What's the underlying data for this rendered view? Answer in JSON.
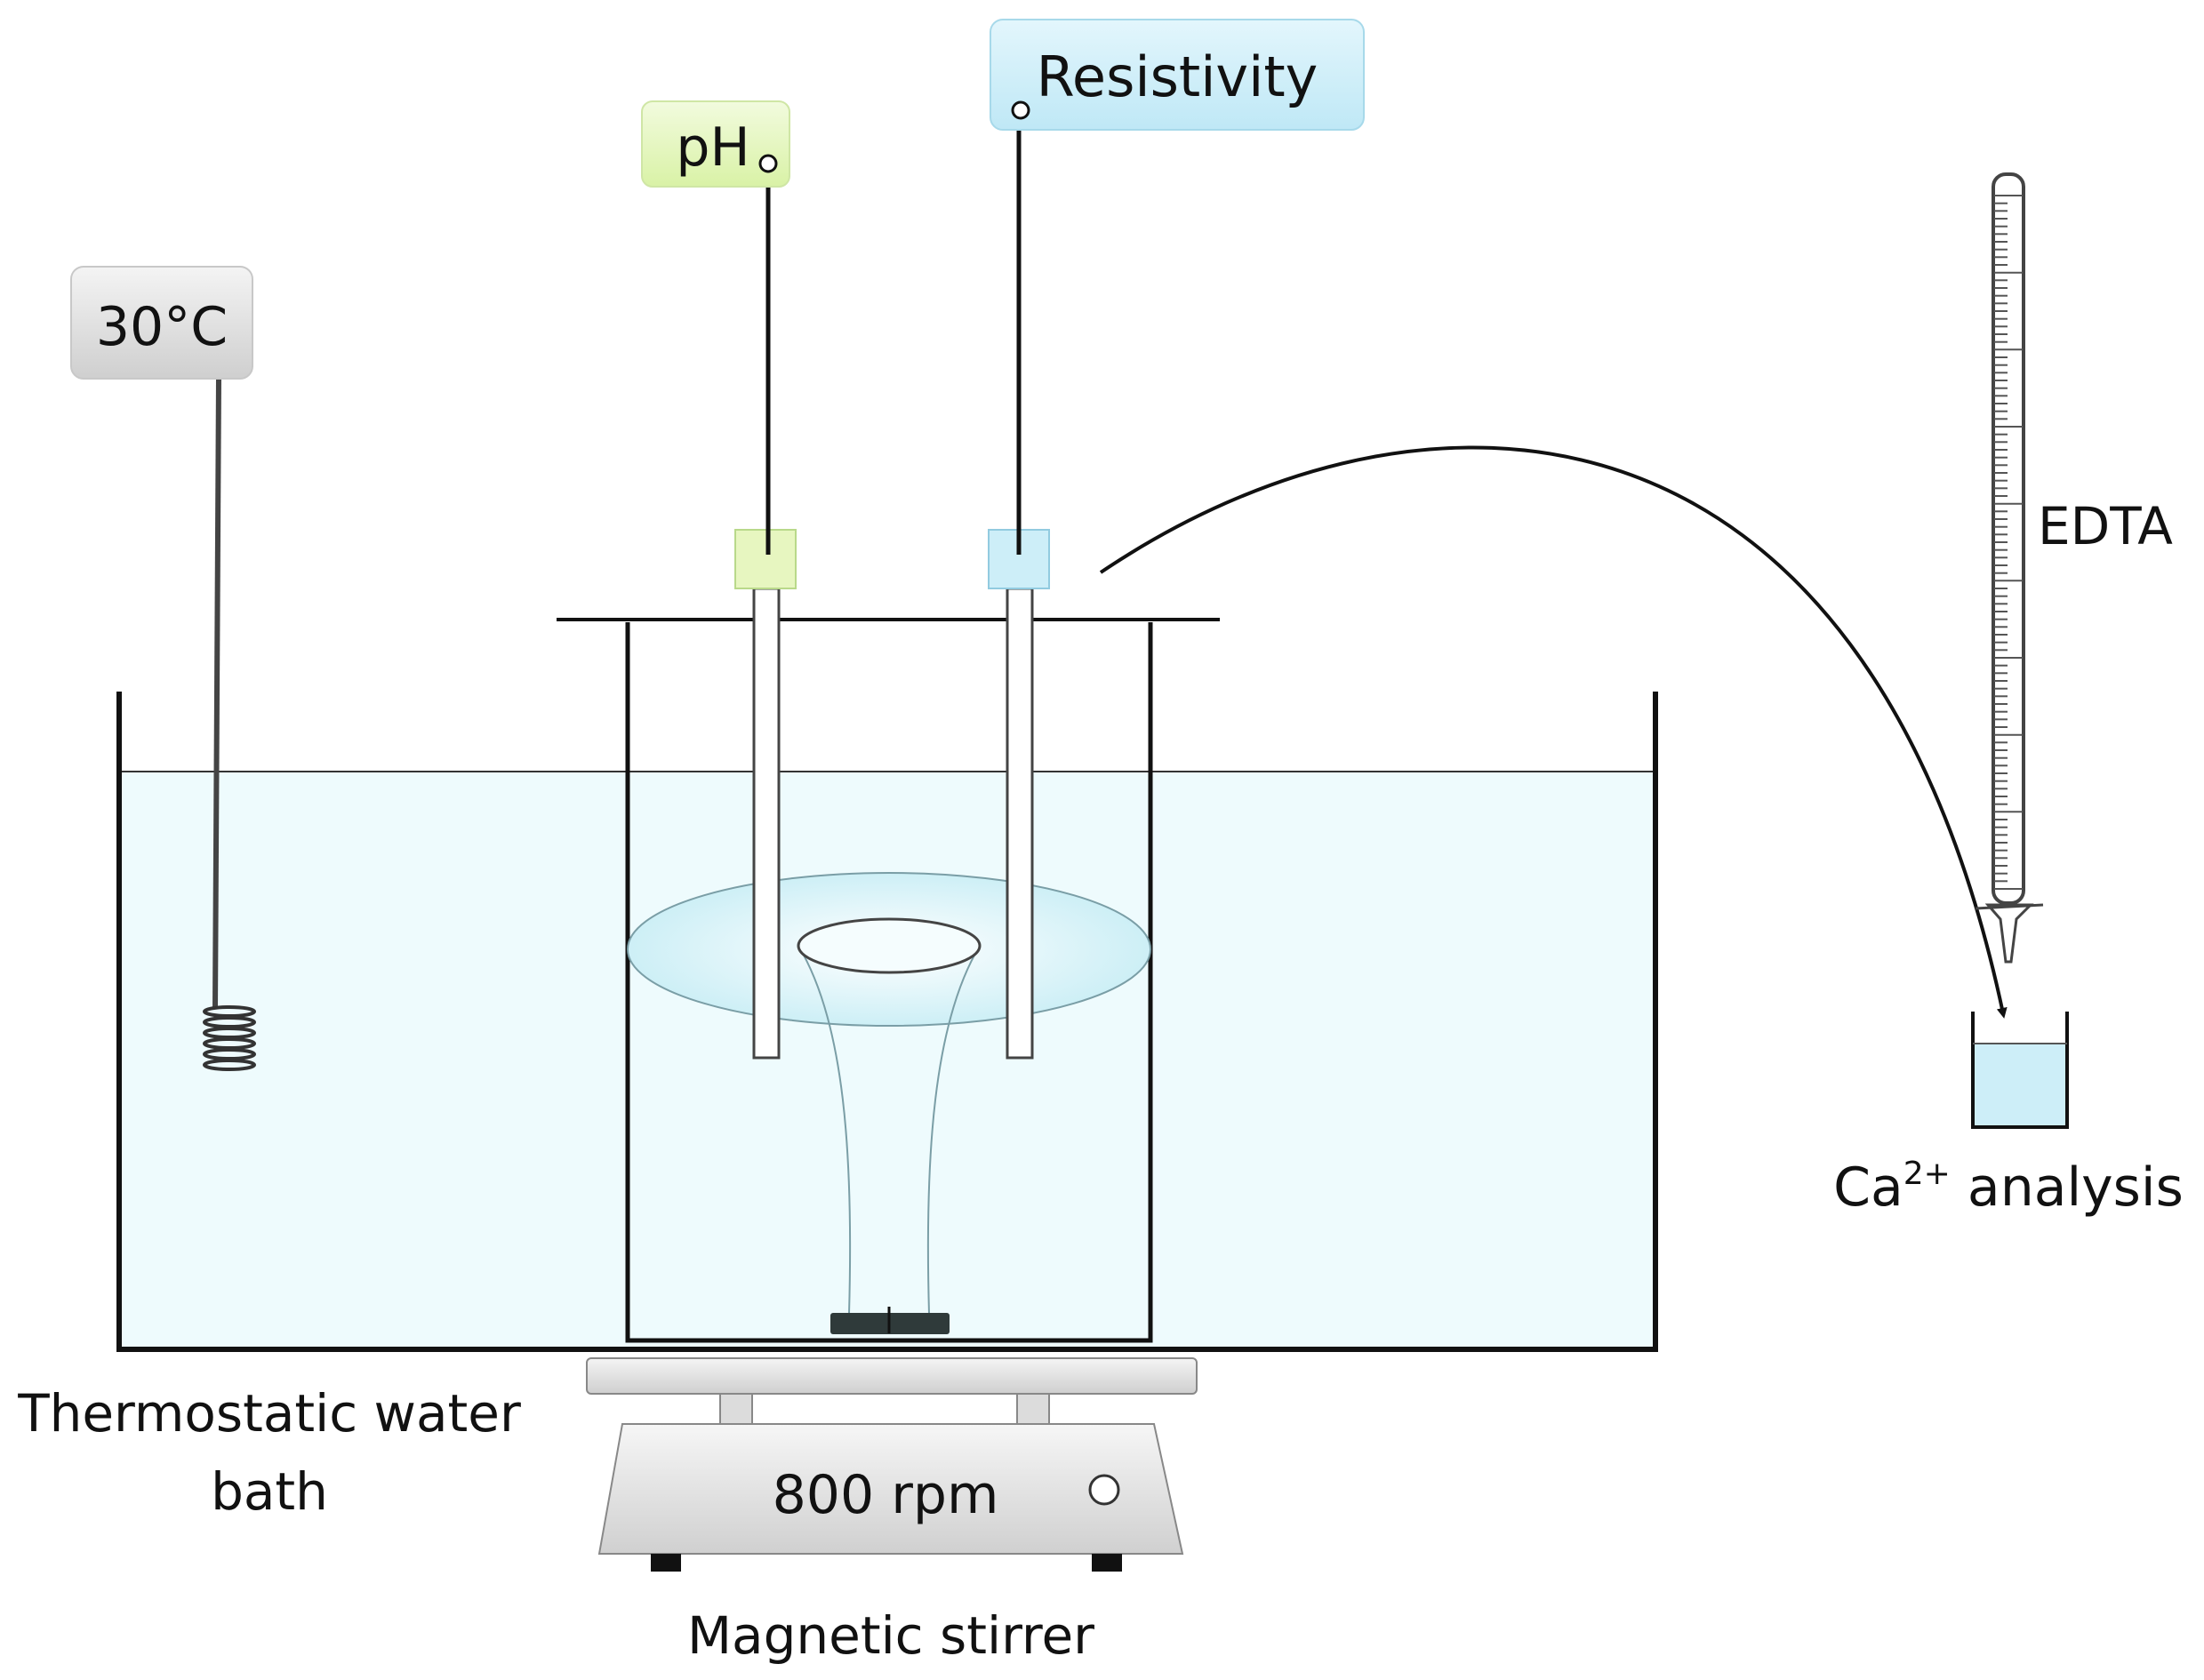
{
  "labels": {
    "temperature": "30°C",
    "ph": "pH",
    "resistivity": "Resistivity",
    "edta": "EDTA",
    "ca_prefix": "Ca",
    "ca_superscript": "2+",
    "ca_suffix": " analysis",
    "bath_line1": "Thermostatic water",
    "bath_line2": "bath",
    "rpm": "800 rpm",
    "stirrer": "Magnetic stirrer"
  },
  "colors": {
    "water": "#eefbfd",
    "ph_tag": "#e9f8c8",
    "resistivity_tag": "#cfeef8",
    "temp_tag": "#d9d9d9",
    "outline": "#111111"
  }
}
